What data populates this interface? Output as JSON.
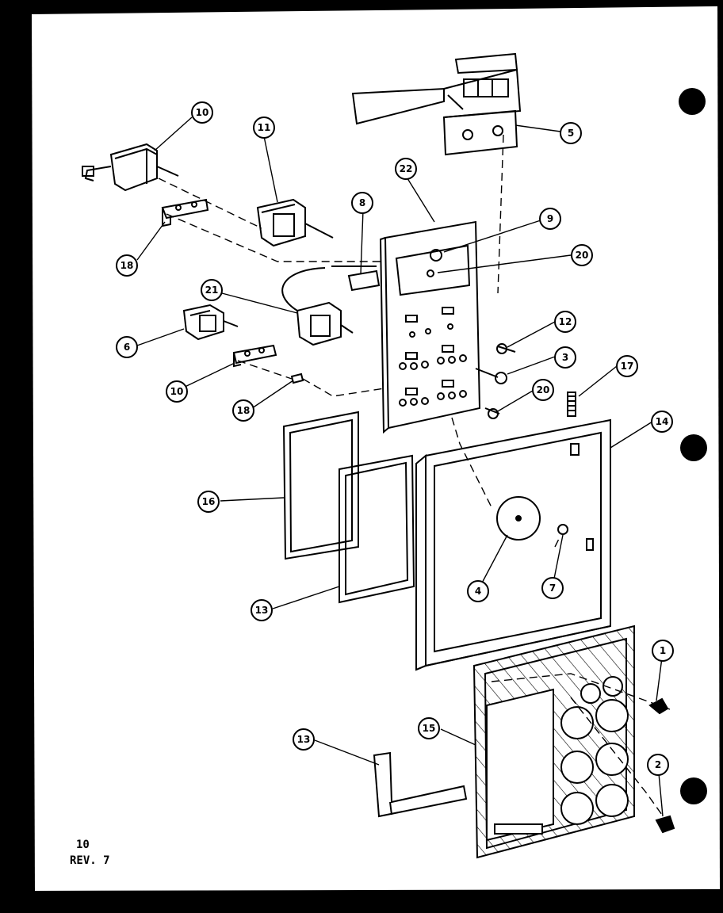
{
  "diagram": {
    "page_number": "10",
    "revision": "REV. 7",
    "callouts": [
      {
        "id": "c10a",
        "text": "10"
      },
      {
        "id": "c11",
        "text": "11"
      },
      {
        "id": "c22",
        "text": "22"
      },
      {
        "id": "c5",
        "text": "5"
      },
      {
        "id": "c8",
        "text": "8"
      },
      {
        "id": "c9",
        "text": "9"
      },
      {
        "id": "c20a",
        "text": "20"
      },
      {
        "id": "c18a",
        "text": "18"
      },
      {
        "id": "c21",
        "text": "21"
      },
      {
        "id": "c6",
        "text": "6"
      },
      {
        "id": "c12",
        "text": "12"
      },
      {
        "id": "c3",
        "text": "3"
      },
      {
        "id": "c10b",
        "text": "10"
      },
      {
        "id": "c18b",
        "text": "18"
      },
      {
        "id": "c20b",
        "text": "20"
      },
      {
        "id": "c17",
        "text": "17"
      },
      {
        "id": "c14",
        "text": "14"
      },
      {
        "id": "c16",
        "text": "16"
      },
      {
        "id": "c4",
        "text": "4"
      },
      {
        "id": "c7",
        "text": "7"
      },
      {
        "id": "c13a",
        "text": "13"
      },
      {
        "id": "c1",
        "text": "1"
      },
      {
        "id": "c2",
        "text": "2"
      },
      {
        "id": "c13b",
        "text": "13"
      },
      {
        "id": "c15",
        "text": "15"
      }
    ]
  }
}
